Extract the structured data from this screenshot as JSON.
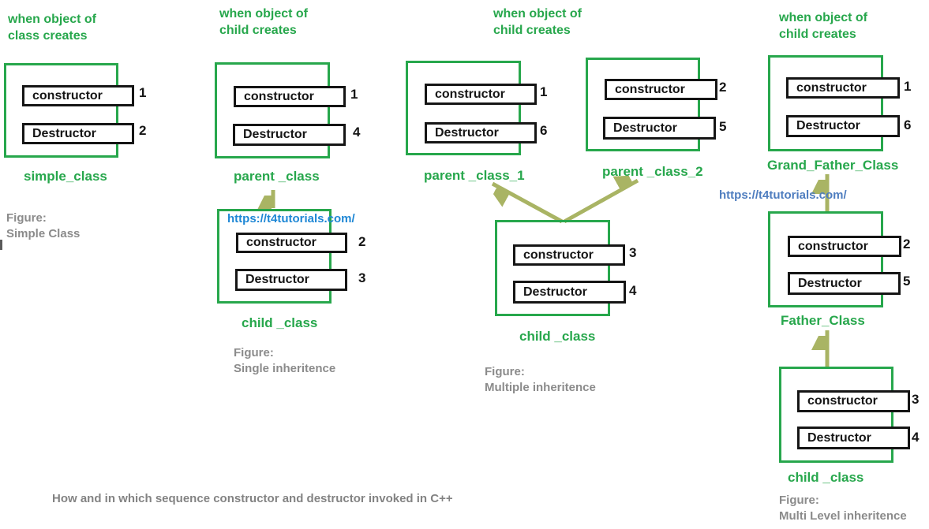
{
  "caption": "How and in which sequence constructor and destructor invoked in C++",
  "colors": {
    "green": "#27a74c",
    "arrow": "#a9b464",
    "link_blue": "#1e87d5",
    "link_blue_muted": "#4e7dbf",
    "gray": "#8b8b8b",
    "ink": "#151515"
  },
  "sections": [
    {
      "name": "simple-class",
      "header": [
        "when object of",
        "class creates"
      ],
      "figure": [
        "Figure:",
        "Simple Class"
      ],
      "boxes": [
        {
          "label": "simple_class",
          "constructor": {
            "text": "constructor",
            "order": "1"
          },
          "destructor": {
            "text": "Destructor",
            "order": "2"
          }
        }
      ]
    },
    {
      "name": "single-inheritance",
      "header": [
        "when object of",
        "child creates"
      ],
      "figure": [
        "Figure:",
        "Single inheritence"
      ],
      "watermark": "https://t4tutorials.com/",
      "boxes": [
        {
          "label": "parent _class",
          "constructor": {
            "text": "constructor",
            "order": "1"
          },
          "destructor": {
            "text": "Destructor",
            "order": "4"
          }
        },
        {
          "label": "child _class",
          "constructor": {
            "text": "constructor",
            "order": "2"
          },
          "destructor": {
            "text": "Destructor",
            "order": "3"
          }
        }
      ]
    },
    {
      "name": "multiple-inheritance",
      "header": [
        "when object of",
        "child creates"
      ],
      "figure": [
        "Figure:",
        "Multiple inheritence"
      ],
      "boxes": [
        {
          "label": "parent _class_1",
          "constructor": {
            "text": "constructor",
            "order": "1"
          },
          "destructor": {
            "text": "Destructor",
            "order": "6"
          }
        },
        {
          "label": "parent _class_2",
          "constructor": {
            "text": "constructor",
            "order": "2"
          },
          "destructor": {
            "text": "Destructor",
            "order": "5"
          }
        },
        {
          "label": "child _class",
          "constructor": {
            "text": "constructor",
            "order": "3"
          },
          "destructor": {
            "text": "Destructor",
            "order": "4"
          }
        }
      ]
    },
    {
      "name": "multilevel-inheritance",
      "header": [
        "when object of",
        "child creates"
      ],
      "figure": [
        "Figure:",
        "Multi Level inheritence"
      ],
      "watermark": "https://t4tutorials.com/",
      "boxes": [
        {
          "label": "Grand_Father_Class",
          "constructor": {
            "text": "constructor",
            "order": "1"
          },
          "destructor": {
            "text": "Destructor",
            "order": "6"
          }
        },
        {
          "label": "Father_Class",
          "constructor": {
            "text": "constructor",
            "order": "2"
          },
          "destructor": {
            "text": "Destructor",
            "order": "5"
          }
        },
        {
          "label": "child _class",
          "constructor": {
            "text": "constructor",
            "order": "3"
          },
          "destructor": {
            "text": "Destructor",
            "order": "4"
          }
        }
      ]
    }
  ]
}
